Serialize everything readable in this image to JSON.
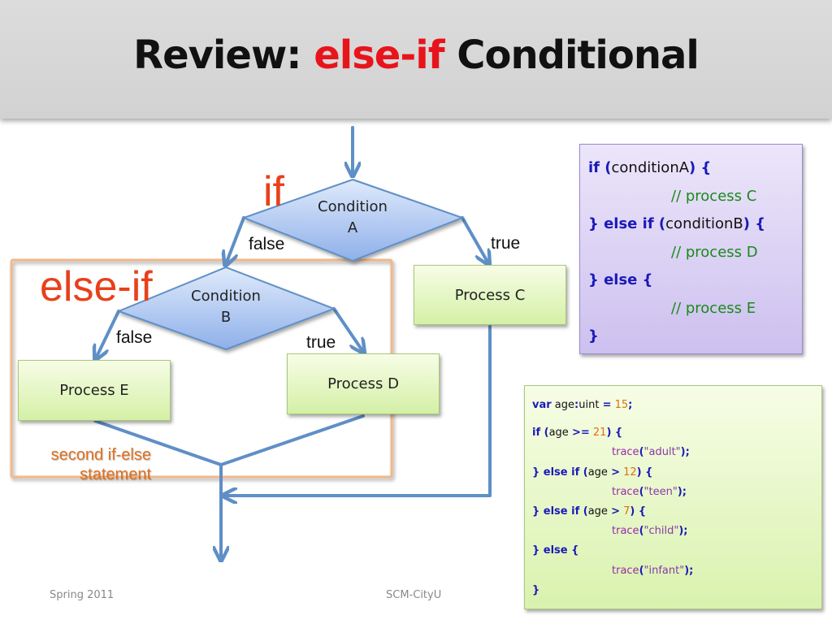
{
  "slide": {
    "title_prefix": "Review: ",
    "title_accent": "else-if",
    "title_suffix": " Conditional",
    "title_accent_color": "#e8141b"
  },
  "flowchart": {
    "label_if": "if",
    "label_else_if": "else-if",
    "condition_a": [
      "Condition",
      "A"
    ],
    "condition_b": [
      "Condition",
      "B"
    ],
    "edge_a_false": "false",
    "edge_a_true": "true",
    "edge_b_false": "false",
    "edge_b_true": "true",
    "process_c": "Process C",
    "process_d": "Process D",
    "process_e": "Process E",
    "note_lines": [
      "second if-else",
      "statement"
    ],
    "arrow_color": "#5f8fc6",
    "group_border_color": "#f2b88a"
  },
  "pseudocode": {
    "l1_kw": "if (",
    "l1_cond": "conditionA",
    "l1_end": ") {",
    "l2_comment": "// process C",
    "l3_kw": "} else if (",
    "l3_cond": "conditionB",
    "l3_end": ") {",
    "l4_comment": "// process D",
    "l5": "} else {",
    "l6_comment": "// process E",
    "l7": "}"
  },
  "example_code": {
    "l1_var": "var",
    "l1_name": " age",
    "l1_colon": ":",
    "l1_type": "uint ",
    "l1_eq": "=",
    "l1_num": " 15",
    "l1_semi": ";",
    "l2_kw": "if (",
    "l2_var": "age ",
    "l2_op": ">=",
    "l2_num": " 21",
    "l2_end": ") {",
    "l3_fn": "trace",
    "l3_open": "(",
    "l3_str": "\"adult\"",
    "l3_close": ");",
    "l4_kw": "} else if (",
    "l4_var": "age ",
    "l4_op": ">",
    "l4_num": " 12",
    "l4_end": ") {",
    "l5_fn": "trace",
    "l5_open": "(",
    "l5_str": "\"teen\"",
    "l5_close": ");",
    "l6_kw": "} else if (",
    "l6_var": "age ",
    "l6_op": ">",
    "l6_num": " 7",
    "l6_end": ") {",
    "l7_fn": "trace",
    "l7_open": "(",
    "l7_str": "\"child\"",
    "l7_close": ");",
    "l8_kw": "} else {",
    "l9_fn": "trace",
    "l9_open": "(",
    "l9_str": "\"infant\"",
    "l9_close": ");",
    "l10": "}"
  },
  "footer": {
    "left": "Spring 2011",
    "center": "SCM-CityU"
  }
}
